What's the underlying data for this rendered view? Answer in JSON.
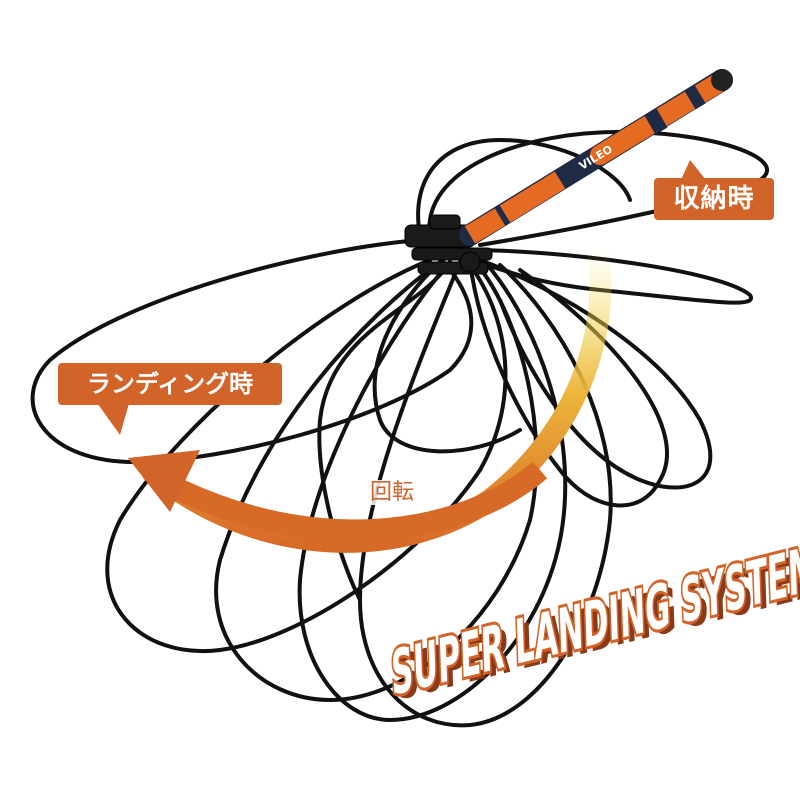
{
  "brand_text": "VILEO",
  "labels": {
    "stored": "収納時",
    "landing": "ランディング時",
    "rotation": "回転"
  },
  "slogan": {
    "line1": "SUPER LANDING SYSTEM"
  },
  "colors": {
    "accent_orange": "#d2642a",
    "pole_orange": "#e56a22",
    "pole_navy": "#1f2a44",
    "wire_black": "#111111",
    "gradient_yellow": "#f3e24a"
  },
  "icons": {
    "rotation_arrow": "curved-arrow-icon",
    "stored_arrow": "pointer-arrow-icon"
  }
}
